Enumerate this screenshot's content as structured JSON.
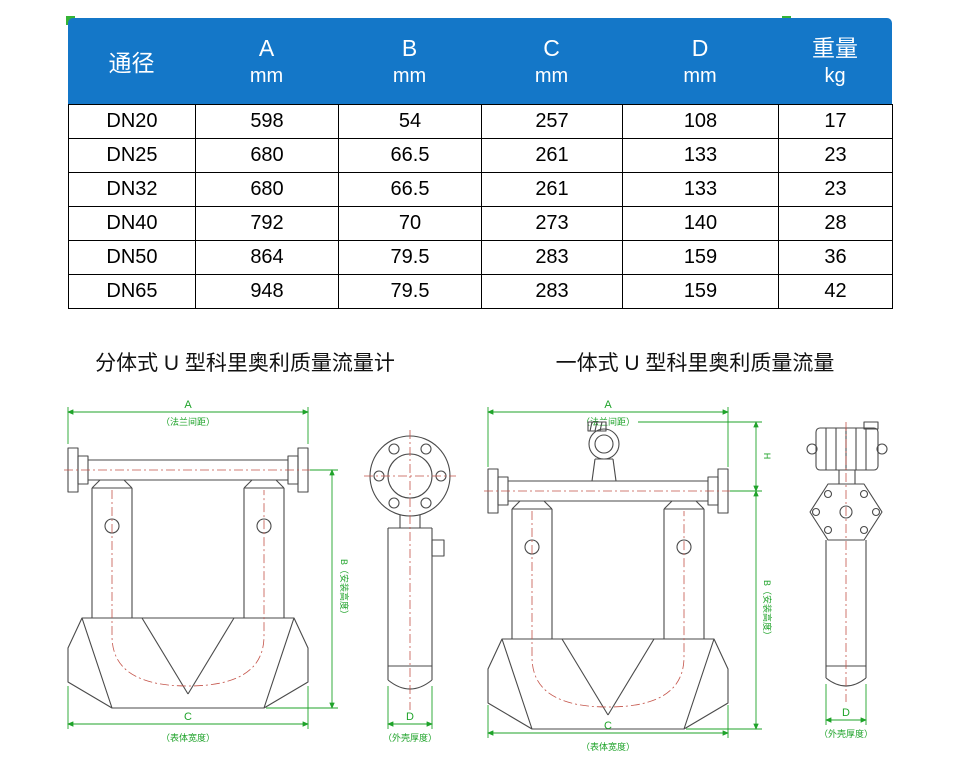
{
  "table": {
    "header": {
      "diameter": "通径",
      "cols": [
        {
          "letter": "A",
          "unit": "mm"
        },
        {
          "letter": "B",
          "unit": "mm"
        },
        {
          "letter": "C",
          "unit": "mm"
        },
        {
          "letter": "D",
          "unit": "mm"
        },
        {
          "letter": "重量",
          "unit": "kg"
        }
      ],
      "bg": "#1477c8",
      "text_color": "#ffffff"
    },
    "rows": [
      {
        "dn": "DN20",
        "a": "598",
        "b": "54",
        "c": "257",
        "d": "108",
        "w": "17"
      },
      {
        "dn": "DN25",
        "a": "680",
        "b": "66.5",
        "c": "261",
        "d": "133",
        "w": "23"
      },
      {
        "dn": "DN32",
        "a": "680",
        "b": "66.5",
        "c": "261",
        "d": "133",
        "w": "23"
      },
      {
        "dn": "DN40",
        "a": "792",
        "b": "70",
        "c": "273",
        "d": "140",
        "w": "28"
      },
      {
        "dn": "DN50",
        "a": "864",
        "b": "79.5",
        "c": "283",
        "d": "159",
        "w": "36"
      },
      {
        "dn": "DN65",
        "a": "948",
        "b": "79.5",
        "c": "283",
        "d": "159",
        "w": "42"
      }
    ]
  },
  "captions": {
    "left": "分体式 U 型科里奥利质量流量计",
    "right": "一体式 U 型科里奥利质量流量"
  },
  "drawings": {
    "dims": {
      "a": "A",
      "a_note": "（法兰间距）",
      "b": "B（安装高度）",
      "c": "C",
      "c_note": "（表体宽度）",
      "d": "D",
      "d_note": "（外壳厚度）",
      "h": "H"
    },
    "colors": {
      "equipment": "#4a4a4a",
      "dimension": "#1fa32a",
      "centerline": "#c4544a"
    }
  },
  "markers": {
    "color": "#35b435"
  }
}
